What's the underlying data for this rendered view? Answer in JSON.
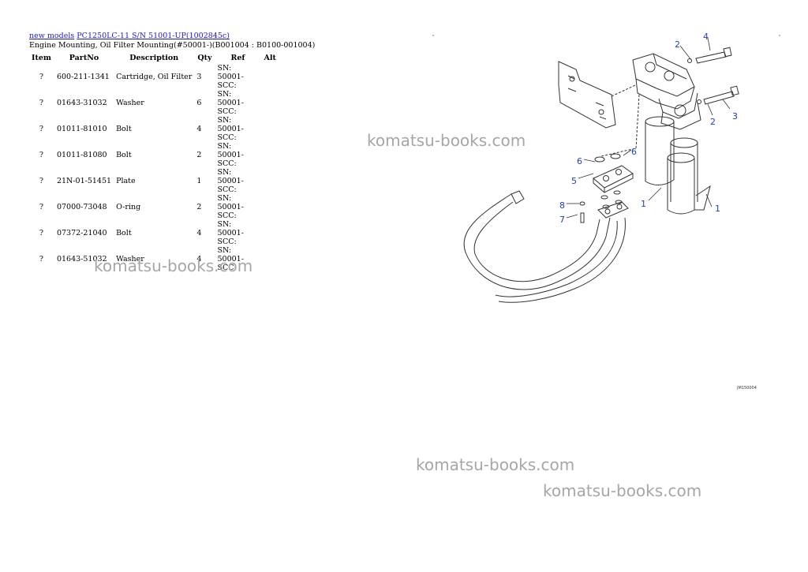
{
  "breadcrumb": {
    "link1": "new models",
    "link2": "PC1250LC-11 S/N 51001-UP(1002845c)"
  },
  "subtitle": "Engine Mounting, Oil Filter Mounting(#50001-)(B001004 : B0100-001004)",
  "table": {
    "headers": [
      "Item",
      "PartNo",
      "Description",
      "Qty",
      "Ref",
      "Alt"
    ],
    "rows": [
      {
        "item": "?",
        "part_no": "600-211-1341",
        "description": "Cartridge, Oil Filter",
        "qty": "3",
        "ref_line1": "SN: 50001-",
        "ref_line2": "SCC:",
        "alt": ""
      },
      {
        "item": "?",
        "part_no": "01643-31032",
        "description": "Washer",
        "qty": "6",
        "ref_line1": "SN: 50001-",
        "ref_line2": "SCC:",
        "alt": ""
      },
      {
        "item": "?",
        "part_no": "01011-81010",
        "description": "Bolt",
        "qty": "4",
        "ref_line1": "SN: 50001-",
        "ref_line2": "SCC:",
        "alt": ""
      },
      {
        "item": "?",
        "part_no": "01011-81080",
        "description": "Bolt",
        "qty": "2",
        "ref_line1": "SN: 50001-",
        "ref_line2": "SCC:",
        "alt": ""
      },
      {
        "item": "?",
        "part_no": "21N-01-51451",
        "description": "Plate",
        "qty": "1",
        "ref_line1": "SN: 50001-",
        "ref_line2": "SCC:",
        "alt": ""
      },
      {
        "item": "?",
        "part_no": "07000-73048",
        "description": "O-ring",
        "qty": "2",
        "ref_line1": "SN: 50001-",
        "ref_line2": "SCC:",
        "alt": ""
      },
      {
        "item": "?",
        "part_no": "07372-21040",
        "description": "Bolt",
        "qty": "4",
        "ref_line1": "SN: 50001-",
        "ref_line2": "SCC:",
        "alt": ""
      },
      {
        "item": "?",
        "part_no": "01643-51032",
        "description": "Washer",
        "qty": "4",
        "ref_line1": "SN: 50001-",
        "ref_line2": "SCC:",
        "alt": ""
      }
    ]
  },
  "watermark": "komatsu-books.com",
  "diagram": {
    "callouts": [
      "1",
      "1",
      "2",
      "2",
      "3",
      "4",
      "5",
      "6",
      "6",
      "7",
      "8"
    ],
    "drawing_code": "JM150004"
  },
  "colors": {
    "link": "#1a1ad6",
    "callout": "#1f3fbf",
    "watermark": "#a6a6a6"
  }
}
